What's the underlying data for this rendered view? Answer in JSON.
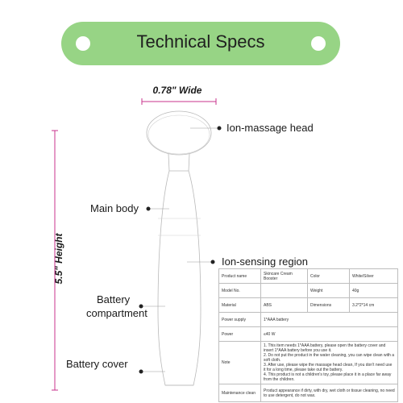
{
  "banner": {
    "title": "Technical Specs"
  },
  "dimensions": {
    "width_label": "0.78\" Wide",
    "height_label": "5.5\" Height"
  },
  "callouts": {
    "head": "Ion-massage head",
    "main_body": "Main body",
    "sensing": "Ion-sensing region",
    "battery_compartment_line1": "Battery",
    "battery_compartment_line2": "compartment",
    "battery_cover": "Battery cover"
  },
  "colors": {
    "banner": "#97d485",
    "dimension_line": "#c8338e",
    "outline": "#b9b9b9"
  },
  "specs": {
    "r1": {
      "k1": "Product name",
      "v1": "Skincare Cream Booster",
      "k2": "Color",
      "v2": "White/Silver"
    },
    "r2": {
      "k1": "Model No.",
      "v1": "",
      "k2": "Weight",
      "v2": "40g"
    },
    "r3": {
      "k1": "Material",
      "v1": "ABS",
      "k2": "Dimensions",
      "v2": "3.2*2*14 cm"
    },
    "r4": {
      "k": "Power supply",
      "v": "1*AAA battery"
    },
    "r5": {
      "k": "Power",
      "v": "≤40 W"
    },
    "note": {
      "k": "Note",
      "l1": "1. This item needs 1*AAA battery, please open the battery cover and insert 1*AAA battery before you use it.",
      "l2": "2. Do not put the product in the water cleaning, you can wipe clean with a soft cloth.",
      "l3": "3. After use, please wipe the massage head clean, If you don't need use it for a long time, please take out the battery.",
      "l4": "4. This product is not a children's toy, please place it in a place far away from the children."
    },
    "maint": {
      "k": "Maintenance clean",
      "v": "Product appearance if dirty, with dry, wet cloth or tissue cleaning, no need to use detergent, do not wax."
    }
  }
}
